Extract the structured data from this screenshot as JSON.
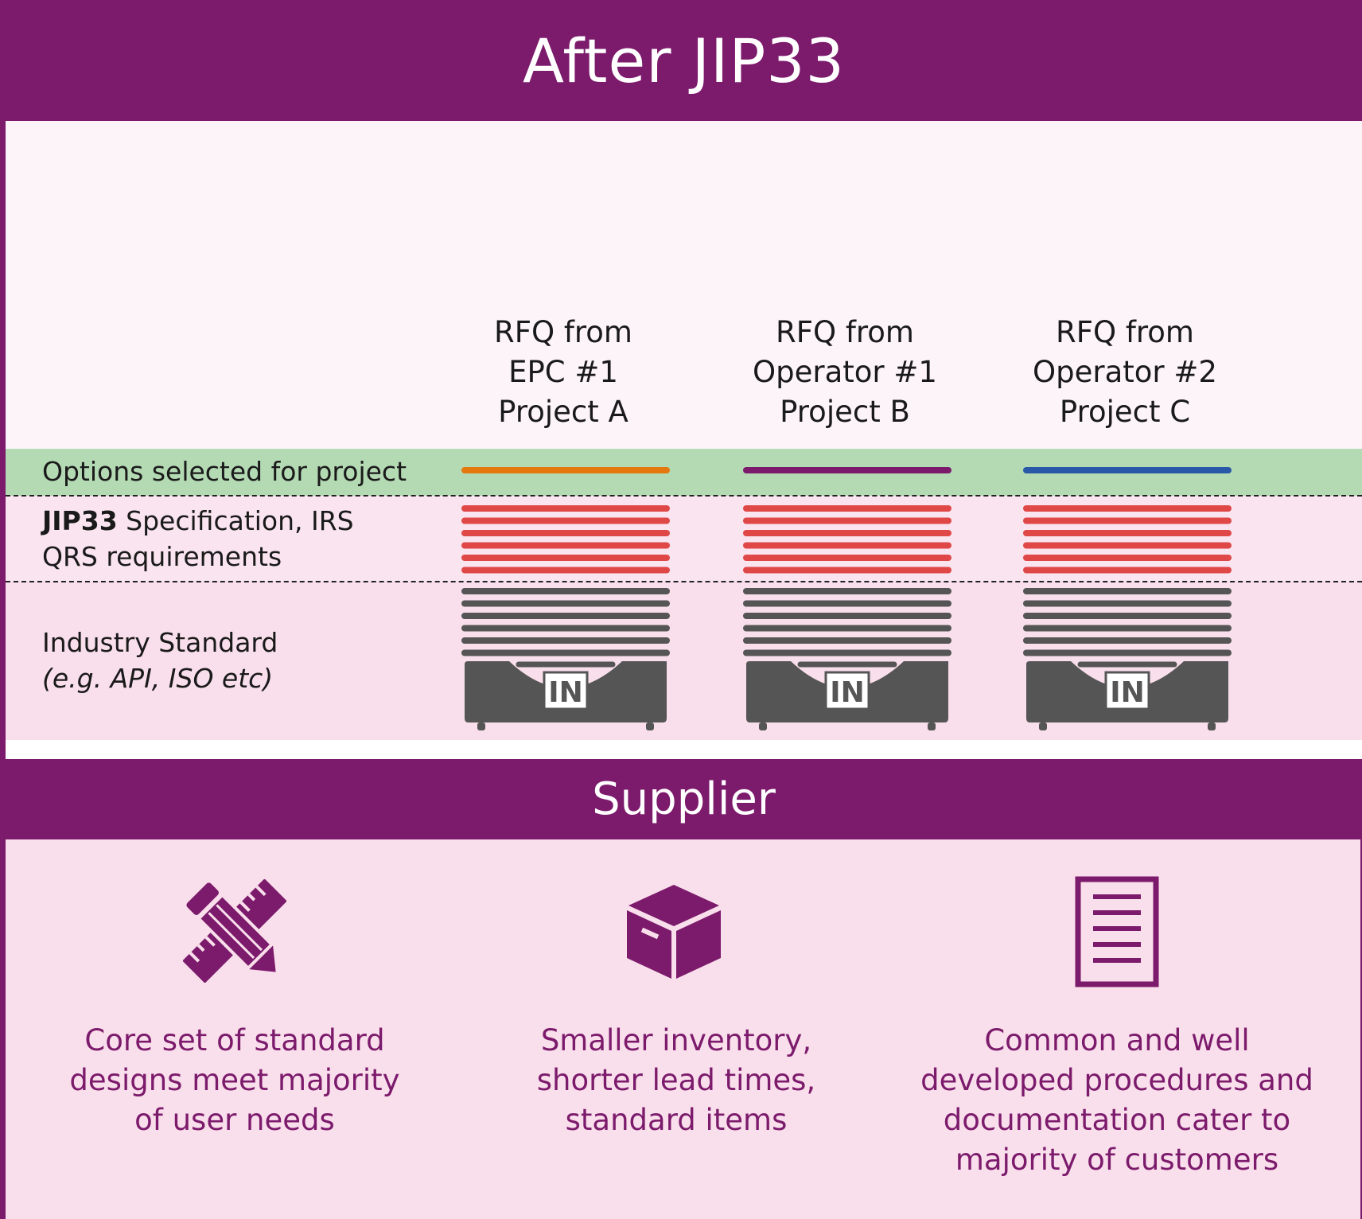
{
  "header": {
    "title": "After JIP33"
  },
  "columns": [
    {
      "rfq_label": "RFQ from\nEPC #1\nProject A",
      "option_color": "#e4780e",
      "stamp": "IN"
    },
    {
      "rfq_label": "RFQ from\nOperator #1\nProject B",
      "option_color": "#7c1a6c",
      "stamp": "IN"
    },
    {
      "rfq_label": "RFQ from\nOperator #2\nProject C",
      "option_color": "#2a58a8",
      "stamp": "IN"
    }
  ],
  "rows": {
    "options": "Options selected for project",
    "spec_bold": "JIP33",
    "spec_rest": " Specification, IRS",
    "spec_line2": "QRS requirements",
    "industry_line1": "Industry Standard",
    "industry_line2": "(e.g. API, ISO etc)"
  },
  "supplier": {
    "title": "Supplier"
  },
  "benefits": [
    {
      "icon": "pencil-ruler-icon",
      "text": "Core set of standard\ndesigns meet majority\nof user needs"
    },
    {
      "icon": "box-icon",
      "text": "Smaller inventory,\nshorter lead times,\nstandard items"
    },
    {
      "icon": "document-icon",
      "text": "Common and well\ndeveloped procedures and\ndocumentation cater to\nmajority of customers"
    }
  ],
  "colors": {
    "brand_purple": "#7c1a6c",
    "options_band": "#b4dab4",
    "spec_line": "#e04848",
    "standard_line": "#555555"
  }
}
